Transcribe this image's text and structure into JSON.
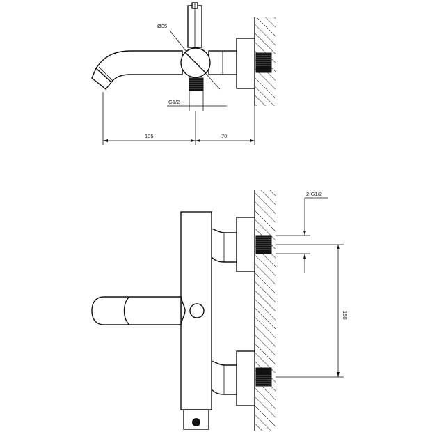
{
  "drawing": {
    "top_view": {
      "diameter_label": "Ø35",
      "thread_label": "G1/2",
      "dim_spout_label": "105",
      "dim_wall_label": "70"
    },
    "front_view": {
      "thread_label": "2-G1/2",
      "dim_centers_label": "150"
    },
    "colors": {
      "line": "#111111",
      "background": "#ffffff",
      "thread": "#111111"
    }
  }
}
